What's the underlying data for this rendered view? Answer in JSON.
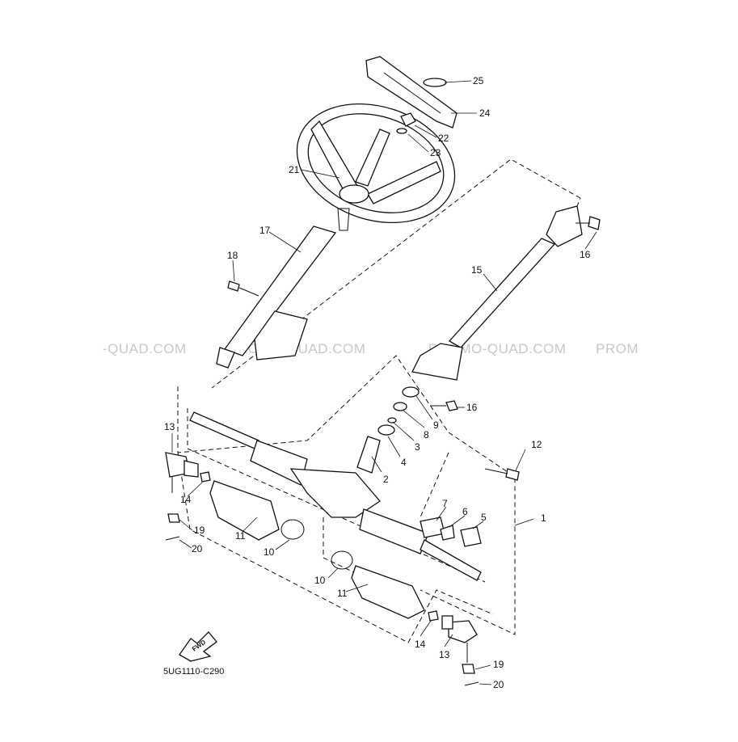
{
  "diagram": {
    "drawing_code": "5UG1110-C290",
    "direction_badge": "FWD",
    "watermarks": [
      "-QUAD.COM",
      "PROMO-QUAD.COM",
      "PROMO-QUAD.COM",
      "PROM"
    ],
    "callouts": {
      "p1": "1",
      "p2": "2",
      "p3": "3",
      "p4": "4",
      "p5": "5",
      "p6": "6",
      "p7": "7",
      "p8": "8",
      "p9": "9",
      "p10a": "10",
      "p10b": "10",
      "p11a": "11",
      "p11b": "11",
      "p12": "12",
      "p13a": "13",
      "p13b": "13",
      "p14a": "14",
      "p14b": "14",
      "p15": "15",
      "p16a": "16",
      "p16b": "16",
      "p17": "17",
      "p18": "18",
      "p19a": "19",
      "p19b": "19",
      "p20a": "20",
      "p20b": "20",
      "p21": "21",
      "p22": "22",
      "p23": "23",
      "p24": "24",
      "p25": "25"
    }
  }
}
